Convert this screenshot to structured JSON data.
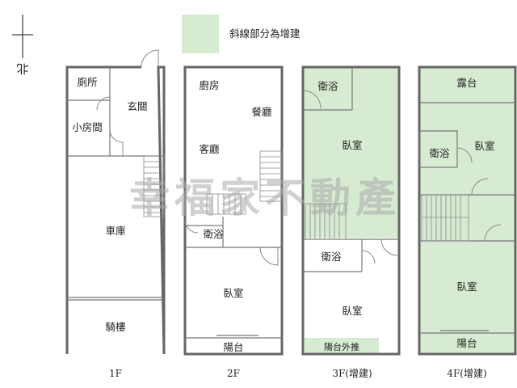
{
  "legend": {
    "label": "斜線部分為增建",
    "color": "#d7ead2"
  },
  "north": {
    "label": "北"
  },
  "watermark": "幸福家不動產",
  "floors": [
    {
      "caption": "1F",
      "rooms": {
        "toilet": "廁所",
        "entry": "玄關",
        "small_room": "小房間",
        "garage": "車庫",
        "arcade": "騎樓"
      }
    },
    {
      "caption": "2F",
      "rooms": {
        "kitchen": "廚房",
        "dining": "餐廳",
        "living": "客廳",
        "bath": "衛浴",
        "bedroom": "臥室",
        "balcony": "陽台"
      }
    },
    {
      "caption": "3F(增建)",
      "rooms": {
        "bath_top": "衛浴",
        "bedroom_top": "臥室",
        "bath_bottom": "衛浴",
        "bedroom_bottom": "臥室",
        "balcony_ext": "陽台外推"
      }
    },
    {
      "caption": "4F(增建)",
      "rooms": {
        "terrace": "露台",
        "bath": "衛浴",
        "bedroom_top": "臥室",
        "bedroom_bottom": "臥室",
        "balcony": "陽台"
      }
    }
  ]
}
